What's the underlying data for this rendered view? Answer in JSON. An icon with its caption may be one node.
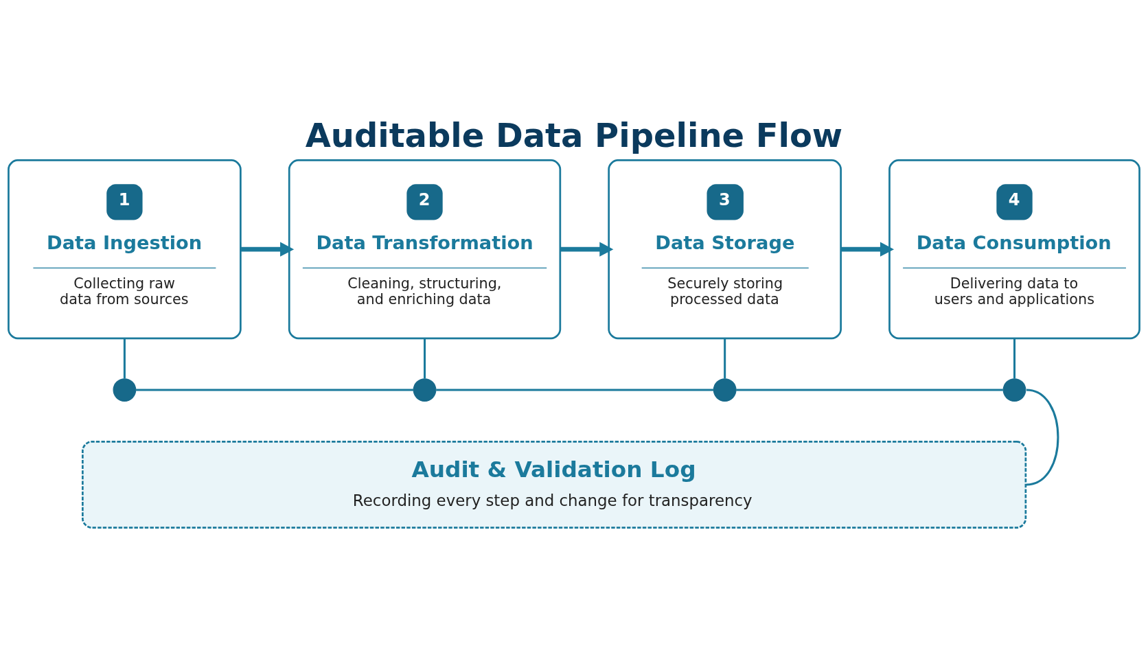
{
  "diagram": {
    "title": "Auditable Data Pipeline Flow",
    "nodes": [
      {
        "text": [
          "1",
          "Data Ingestion",
          "Collecting raw data from sources"
        ]
      },
      {
        "text": [
          "2",
          "Data Transformation",
          "Cleaning, structuring, and enriching data"
        ]
      },
      {
        "text": [
          "3",
          "Data Storage",
          "Securely storing processed data"
        ]
      },
      {
        "text": [
          "4",
          "Data Consumption",
          "Delivering data to users and applications"
        ]
      },
      {
        "text": [],
        "shape": "circle"
      },
      {
        "text": [],
        "shape": "circle"
      },
      {
        "text": [],
        "shape": "circle"
      },
      {
        "text": [],
        "shape": "circle"
      },
      {
        "text": [
          "Audit & Validation Log",
          "Recording every step and change for transparency"
        ]
      }
    ],
    "edges": [
      {
        "from": 0,
        "to": 1,
        "arrow": "to",
        "style": "thick"
      },
      {
        "from": 1,
        "to": 2,
        "arrow": "to",
        "style": "thick"
      },
      {
        "from": 2,
        "to": 3,
        "arrow": "to",
        "style": "thick"
      },
      {
        "from": 0,
        "to": 4,
        "arrow": "none"
      },
      {
        "from": 1,
        "to": 5,
        "arrow": "none"
      },
      {
        "from": 2,
        "to": 6,
        "arrow": "none"
      },
      {
        "from": 3,
        "to": 7,
        "arrow": "none"
      },
      {
        "from": 4,
        "to": 5,
        "arrow": "none"
      },
      {
        "from": 5,
        "to": 6,
        "arrow": "none"
      },
      {
        "from": 6,
        "to": 7,
        "arrow": "none"
      },
      {
        "from": 7,
        "to": 8,
        "arrow": "none"
      }
    ]
  }
}
